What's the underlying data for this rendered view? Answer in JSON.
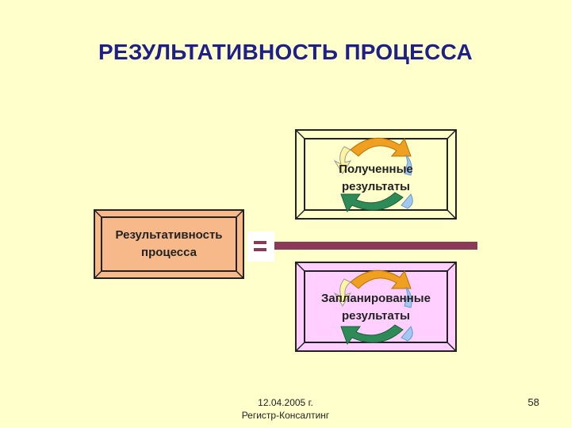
{
  "slide": {
    "title": "РЕЗУЛЬТАТИВНОСТЬ ПРОЦЕССА",
    "footer_date": "12.04.2005 г.",
    "footer_company": "Регистр-Консалтинг",
    "page_number": "58"
  },
  "boxes": {
    "effectiveness": {
      "line1": "Результативность",
      "line2": "процесса",
      "fill": "#f7b98a"
    },
    "obtained": {
      "line1": "Полученные",
      "line2": "результаты",
      "fill": "#ffffcc"
    },
    "planned": {
      "line1": "Запланированные",
      "line2": "результаты",
      "fill": "#ffd0ff"
    }
  },
  "operator": "=",
  "colors": {
    "title": "#1f1f8a",
    "arrow_orange": "#f0a020",
    "arrow_green": "#2e8b57",
    "arrow_blue": "#a0c8f0",
    "arrow_yellow": "#fff5a0",
    "divider": "#8b3a5a"
  }
}
